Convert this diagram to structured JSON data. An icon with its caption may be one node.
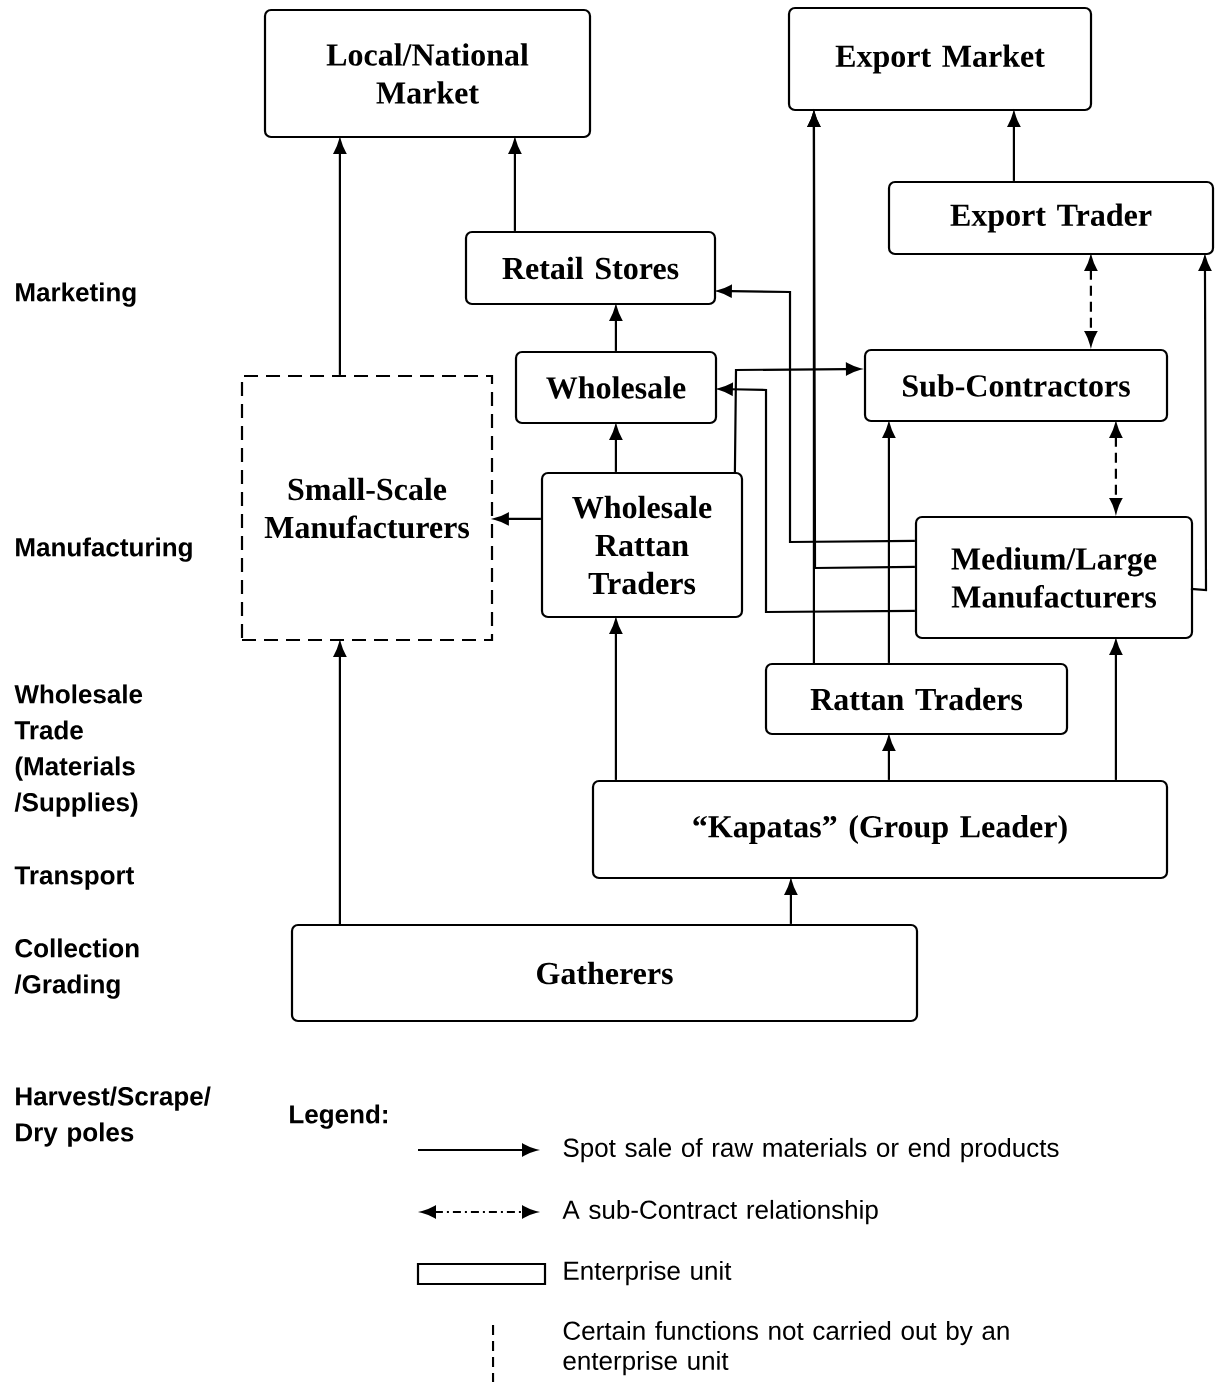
{
  "diagram": {
    "nodes": [
      {
        "text": [
          "Local/National Market"
        ]
      },
      {
        "text": [
          "Export Market"
        ]
      },
      {
        "text": [
          "Export Trader"
        ]
      },
      {
        "text": [
          "Retail Stores"
        ]
      },
      {
        "text": [
          "Wholesale"
        ]
      },
      {
        "text": [
          "Sub-Contractors"
        ]
      },
      {
        "text": [
          "Small-Scale Manufacturers"
        ]
      },
      {
        "text": [
          "Wholesale Rattan Traders"
        ]
      },
      {
        "text": [
          "Medium/Large Manufacturers"
        ]
      },
      {
        "text": [
          "Rattan Traders"
        ]
      },
      {
        "text": [
          "“Kapatas” (Group Leader)"
        ]
      },
      {
        "text": [
          "Gatherers"
        ]
      }
    ],
    "edges": [
      {
        "from": 6,
        "to": 0,
        "arrow": "to"
      },
      {
        "from": 3,
        "to": 0,
        "arrow": "to"
      },
      {
        "from": 4,
        "to": 3,
        "arrow": "to"
      },
      {
        "from": 7,
        "to": 4,
        "arrow": "to"
      },
      {
        "from": 7,
        "to": 6,
        "arrow": "to"
      },
      {
        "from": 7,
        "to": 5,
        "arrow": "to"
      },
      {
        "from": 8,
        "to": 3,
        "arrow": "to"
      },
      {
        "from": 8,
        "to": 4,
        "arrow": "to"
      },
      {
        "from": 8,
        "to": 1,
        "arrow": "to"
      },
      {
        "from": 9,
        "to": 1,
        "arrow": "to"
      },
      {
        "from": 9,
        "to": 5,
        "arrow": "to"
      },
      {
        "from": 2,
        "to": 1,
        "arrow": "to"
      },
      {
        "from": 2,
        "to": 5,
        "arrow": "both",
        "style": "dashed"
      },
      {
        "from": 5,
        "to": 8,
        "arrow": "both",
        "style": "dashed"
      },
      {
        "from": 8,
        "to": 2,
        "arrow": "to"
      },
      {
        "from": 10,
        "to": 7,
        "arrow": "to"
      },
      {
        "from": 10,
        "to": 9,
        "arrow": "to"
      },
      {
        "from": 10,
        "to": 8,
        "arrow": "to"
      },
      {
        "from": 11,
        "to": 10,
        "arrow": "to"
      },
      {
        "from": 11,
        "to": 6,
        "arrow": "to"
      }
    ],
    "labels": [
      "Marketing",
      "Manufacturing",
      "Wholesale Trade (Materials /Supplies)",
      "Transport",
      "Collection /Grading",
      "Harvest/Scrape/ Dry poles",
      "Legend:"
    ],
    "legend": [
      {
        "text": "Spot sale of raw materials or end products"
      },
      {
        "text": "A sub-Contract relationship"
      },
      {
        "text": "Enterprise unit"
      },
      {
        "text": "Certain functions not carried out by an enterprise unit"
      }
    ]
  }
}
